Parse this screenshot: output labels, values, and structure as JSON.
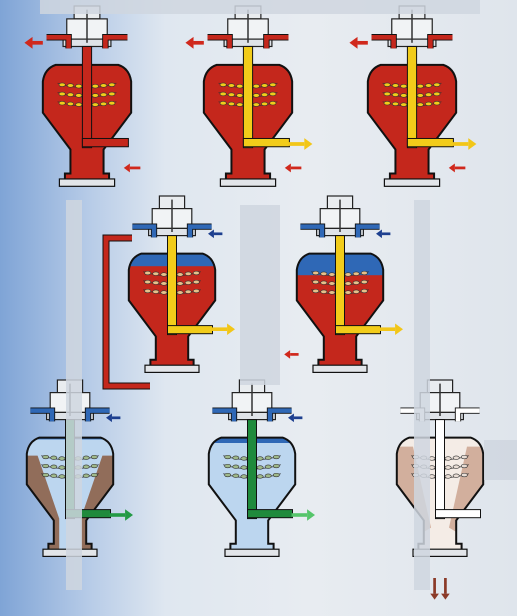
{
  "colors": {
    "red": "#c4271c",
    "red_dark": "#7a140c",
    "yellow": "#f2cc1a",
    "blue_top": "#2f68b6",
    "blue_light": "#bcd6ef",
    "green": "#1f8a3c",
    "brown": "#8a5a40",
    "grey_body": "#cfd4d9",
    "white": "#ffffff",
    "arrow_red": "#d0281c",
    "arrow_blue": "#1d3f8f",
    "arrow_yellow": "#f2c618",
    "arrow_green": "#239a45",
    "arrow_brown": "#8b3a28"
  },
  "stages": [
    {
      "id": "stage-1-left",
      "fill": "red",
      "flow": "red"
    },
    {
      "id": "stage-1-mid",
      "fill": "red",
      "flow": "yellow"
    },
    {
      "id": "stage-1-right",
      "fill": "red",
      "flow": "yellow"
    },
    {
      "id": "stage-2-left",
      "fill": "blue-red",
      "flow": "yellow"
    },
    {
      "id": "stage-2-right",
      "fill": "blue-red",
      "flow": "yellow"
    },
    {
      "id": "stage-3-left",
      "fill": "blue-brown",
      "flow": "green"
    },
    {
      "id": "stage-3-mid",
      "fill": "blue",
      "flow": "green"
    },
    {
      "id": "stage-3-right",
      "fill": "brown-white",
      "flow": "white"
    }
  ]
}
